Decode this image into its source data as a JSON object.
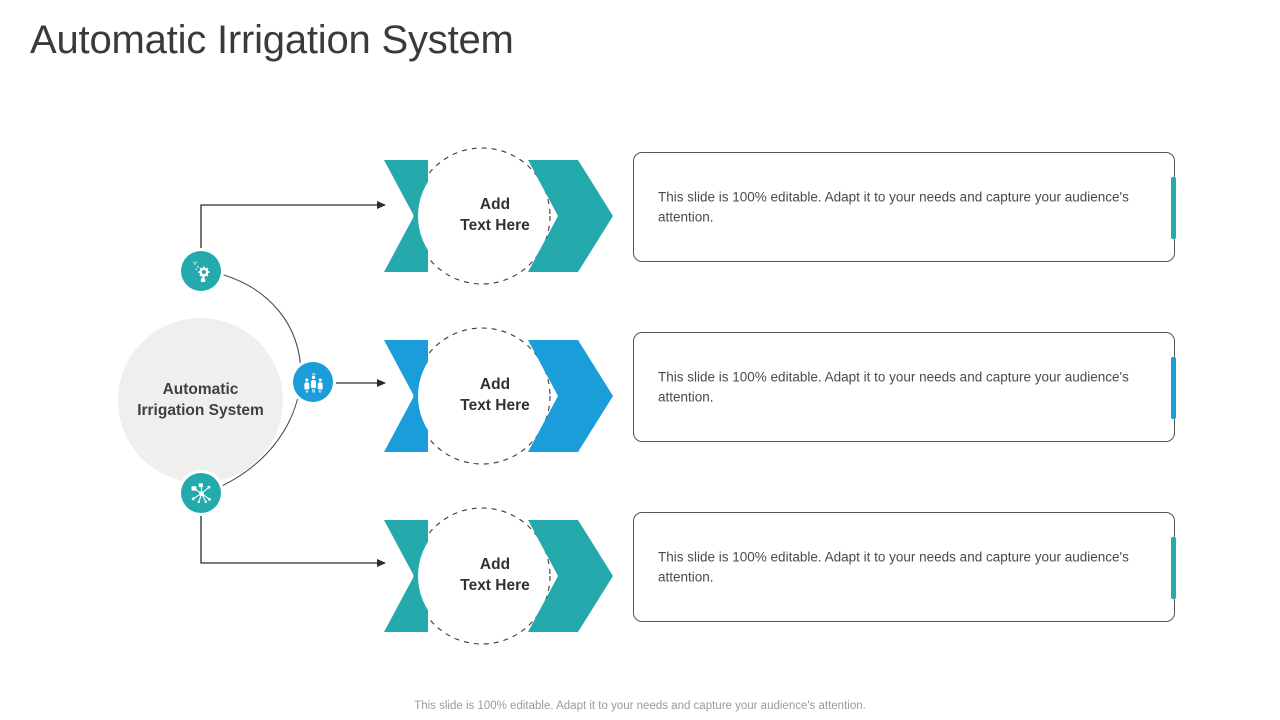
{
  "slide": {
    "title": "Automatic Irrigation System",
    "footer": "This slide is 100% editable. Adapt it to your needs and capture your audience's attention."
  },
  "hub": {
    "label": "Automatic\nIrrigation System",
    "background_color": "#EFEFEF",
    "text_color": "#404040"
  },
  "colors": {
    "teal": "#24A9AC",
    "blue": "#1B9DD9",
    "title": "#3A3A3A",
    "body_text": "#4A4A4A",
    "card_border": "#555555",
    "footer_text": "#9A9A9A"
  },
  "badges": [
    {
      "name": "innovation-gear-person-icon",
      "color": "#24A9AC"
    },
    {
      "name": "team-people-icon",
      "color": "#1B9DD9"
    },
    {
      "name": "network-nodes-icon",
      "color": "#24A9AC"
    }
  ],
  "rows": [
    {
      "node_label": "Add\nText Here",
      "accent_color": "#24A9AC",
      "description": "This slide is 100% editable. Adapt it to your  needs and capture your audience's attention."
    },
    {
      "node_label": "Add\nText Here",
      "accent_color": "#1B9DD9",
      "description": "This slide is 100% editable. Adapt it to your  needs and capture your audience's attention."
    },
    {
      "node_label": "Add\nText Here",
      "accent_color": "#24A9AC",
      "description": "This slide is 100% editable. Adapt it to your  needs and capture your audience's attention."
    }
  ]
}
